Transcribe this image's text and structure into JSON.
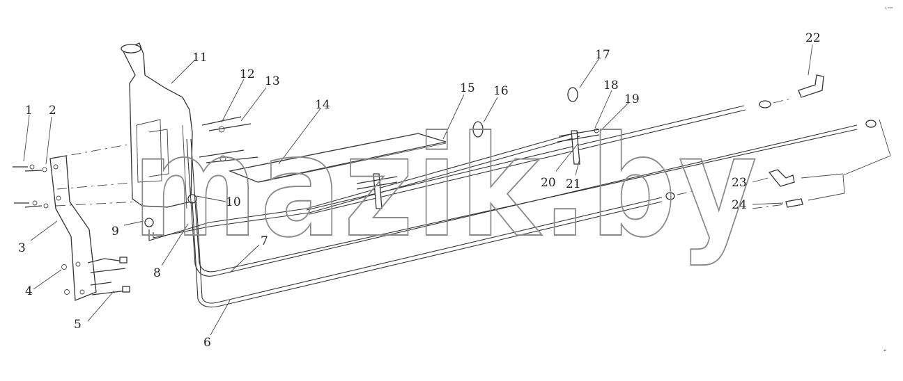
{
  "labels": {
    "l1": "1",
    "l2": "2",
    "l3": "3",
    "l4": "4",
    "l5": "5",
    "l6": "6",
    "l7": "7",
    "l8": "8",
    "l9": "9",
    "l10": "10",
    "l11": "11",
    "l12": "12",
    "l13": "13",
    "l14": "14",
    "l15": "15",
    "l16": "16",
    "l17": "17",
    "l18": "18",
    "l19": "19",
    "l20": "20",
    "l21": "21",
    "l22": "22",
    "l23": "23",
    "l24": "24"
  },
  "corner_mark": "ₒ᷊ ₒₒₒ",
  "watermark": "mazik.by"
}
